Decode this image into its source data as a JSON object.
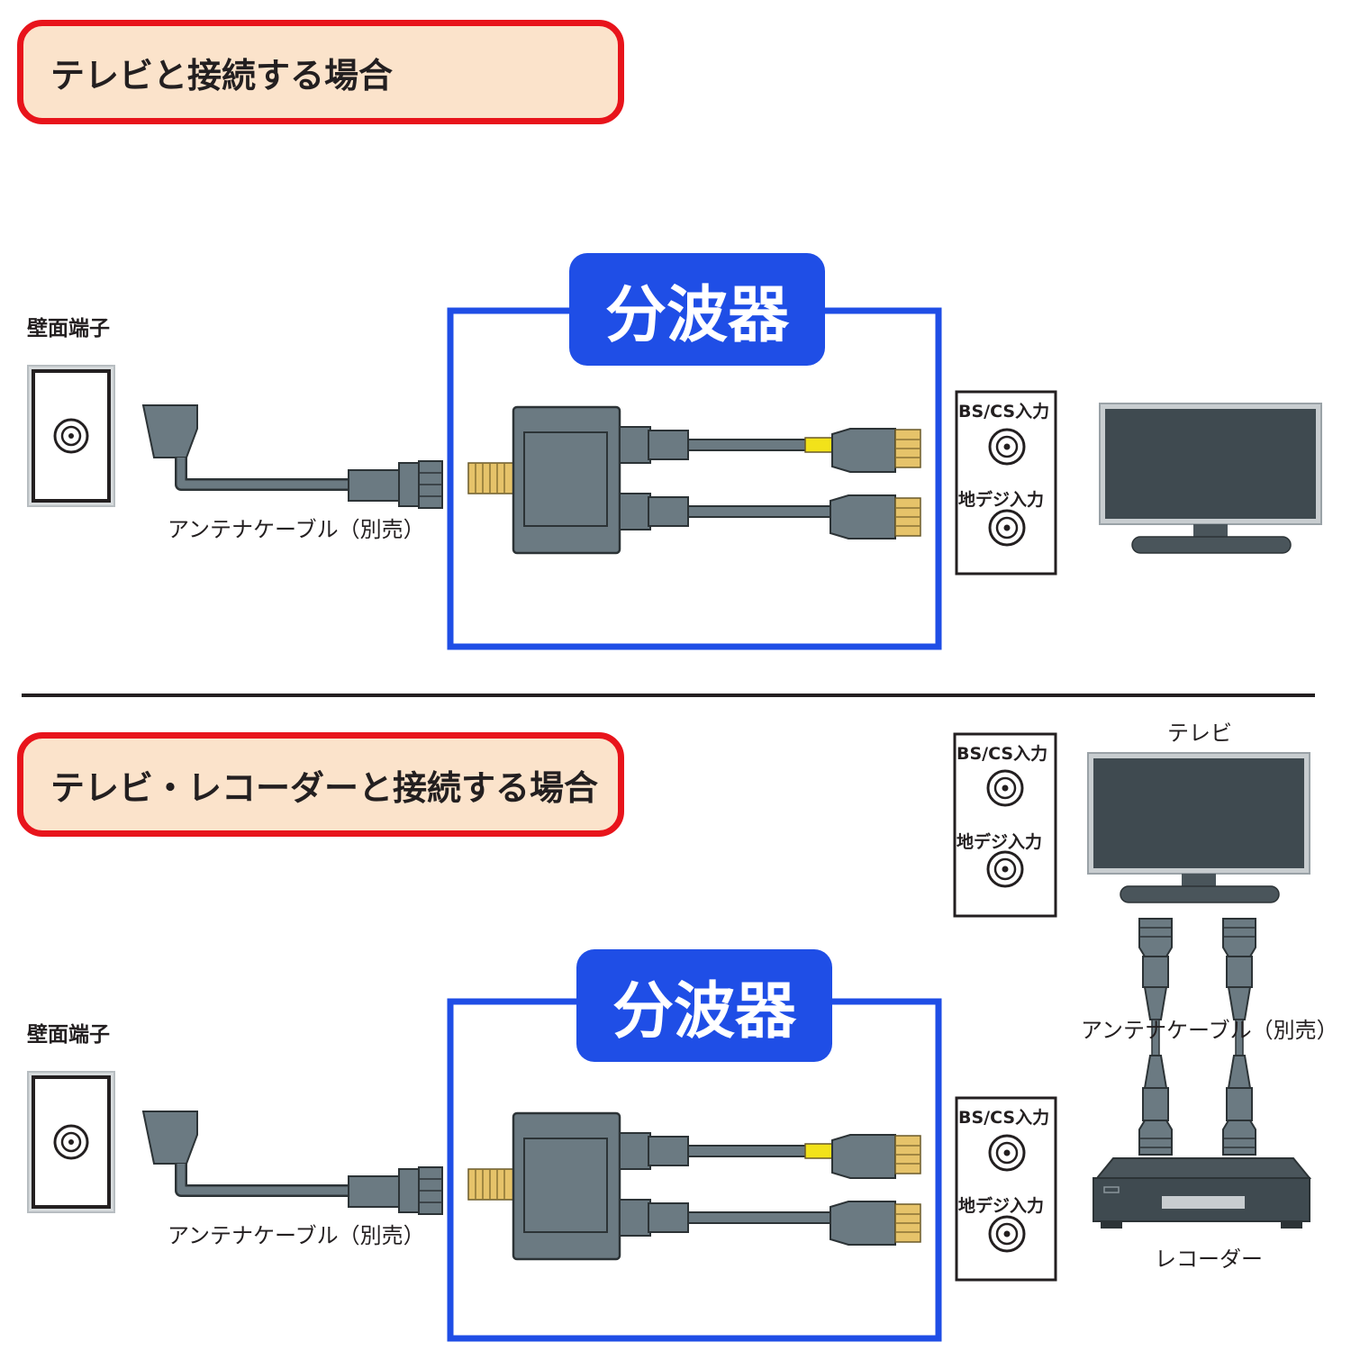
{
  "section1": {
    "heading": "テレビと接続する場合",
    "wall_label": "壁面端子",
    "cable_caption": "アンテナケーブル（別売）",
    "splitter_title": "分波器",
    "input_bs": "BS/CS入力",
    "input_terrestrial": "地デジ入力"
  },
  "section2": {
    "heading": "テレビ・レコーダーと接続する場合",
    "wall_label": "壁面端子",
    "cable_caption": "アンテナケーブル（別売）",
    "splitter_title": "分波器",
    "tv_label": "テレビ",
    "tv_input_bs": "BS/CS入力",
    "tv_input_terrestrial": "地デジ入力",
    "recorder_cable_caption": "アンテナケーブル（別売）",
    "recorder_input_bs": "BS/CS入力",
    "recorder_input_terrestrial": "地デジ入力",
    "recorder_label": "レコーダー"
  },
  "colors": {
    "heading_border": "#e8141b",
    "heading_fill": "#fbe3cb",
    "splitter_blue": "#1f4ee6",
    "device_gray": "#6b7a82",
    "screen_dark": "#3f4a50",
    "connector_gold": "#e6c36a",
    "marker_yellow": "#f2e21a"
  }
}
